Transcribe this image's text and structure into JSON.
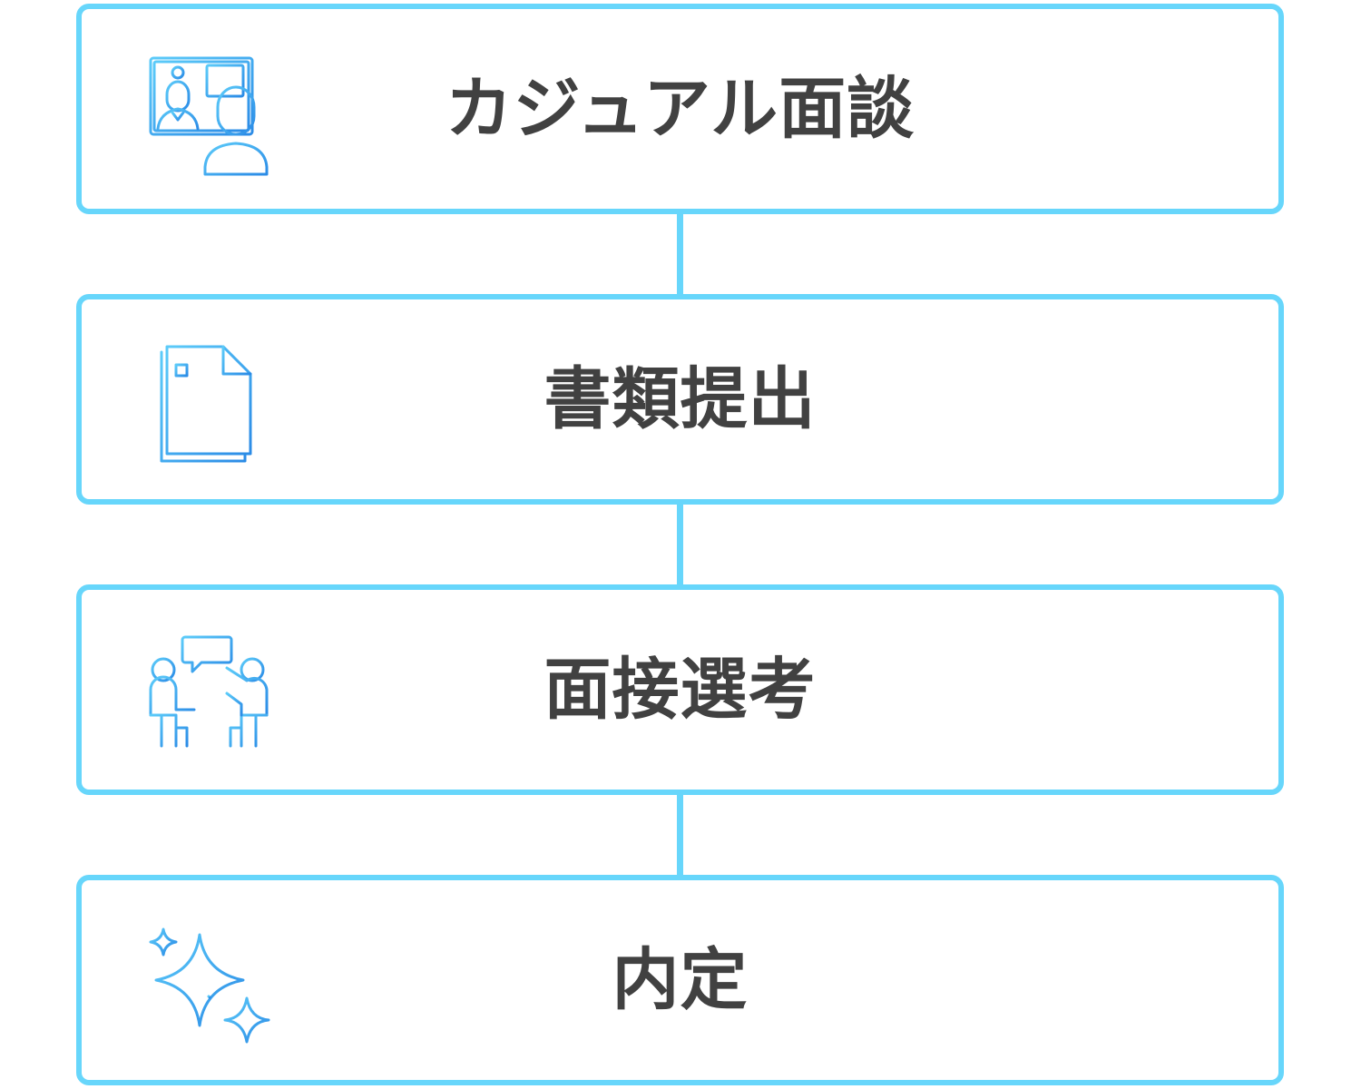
{
  "colors": {
    "box_border": "#67d6fb",
    "connector": "#67d6fb",
    "label_text": "#414141",
    "icon_gradient_start": "#5ccbf9",
    "icon_gradient_end": "#2b8be6"
  },
  "steps": [
    {
      "label": "カジュアル面談",
      "icon": "video-call-icon"
    },
    {
      "label": "書類提出",
      "icon": "documents-icon"
    },
    {
      "label": "面接選考",
      "icon": "interview-icon"
    },
    {
      "label": "内定",
      "icon": "sparkle-icon"
    }
  ]
}
